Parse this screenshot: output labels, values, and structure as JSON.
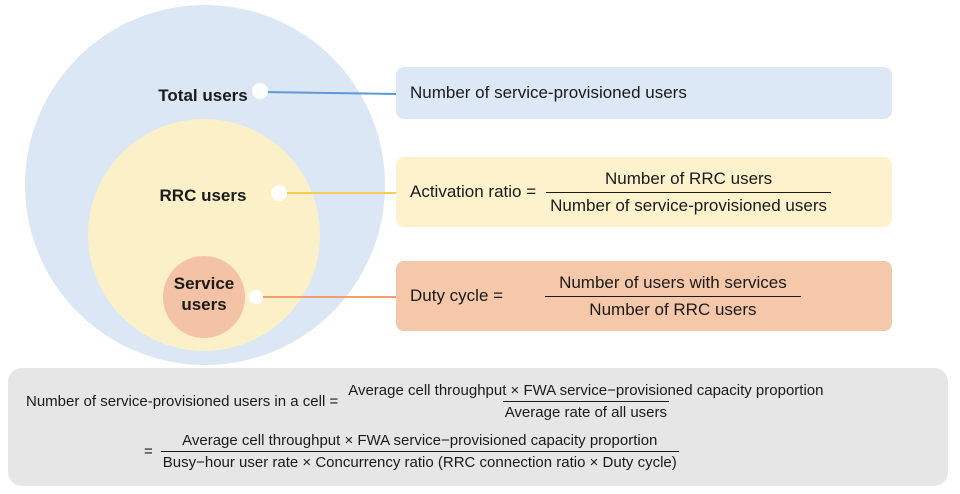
{
  "colors": {
    "total_circle": "#dbe7f4",
    "rrc_circle": "#fcf0c8",
    "service_circle": "#f4c2a4",
    "total_line": "#5b9bd5",
    "rrc_line": "#f5cf55",
    "service_line": "#f0a070",
    "total_box": "#dce8f5",
    "rrc_box": "#fdf2cc",
    "service_box": "#f6c8aa",
    "panel": "#e6e6e6"
  },
  "circles": {
    "total_label": "Total users",
    "rrc_label": "RRC users",
    "service_label_line1": "Service",
    "service_label_line2": "users"
  },
  "boxes": {
    "total": {
      "text": "Number of service-provisioned users"
    },
    "rrc": {
      "label": "Activation ratio =",
      "numerator": "Number of RRC users",
      "denominator": "Number of service-provisioned users"
    },
    "service": {
      "label": "Duty cycle =",
      "numerator": "Number of users with services",
      "denominator": "Number of RRC users"
    }
  },
  "formula": {
    "lhs": "Number of service-provisioned users in a cell =",
    "frac1_num": "Average cell throughput × FWA service−provisioned capacity proportion",
    "frac1_den": "Average rate of all users",
    "eq": "=",
    "frac2_num": "Average cell throughput × FWA service−provisioned capacity proportion",
    "frac2_den": "Busy−hour user rate × Concurrency ratio (RRC connection ratio × Duty cycle)"
  }
}
